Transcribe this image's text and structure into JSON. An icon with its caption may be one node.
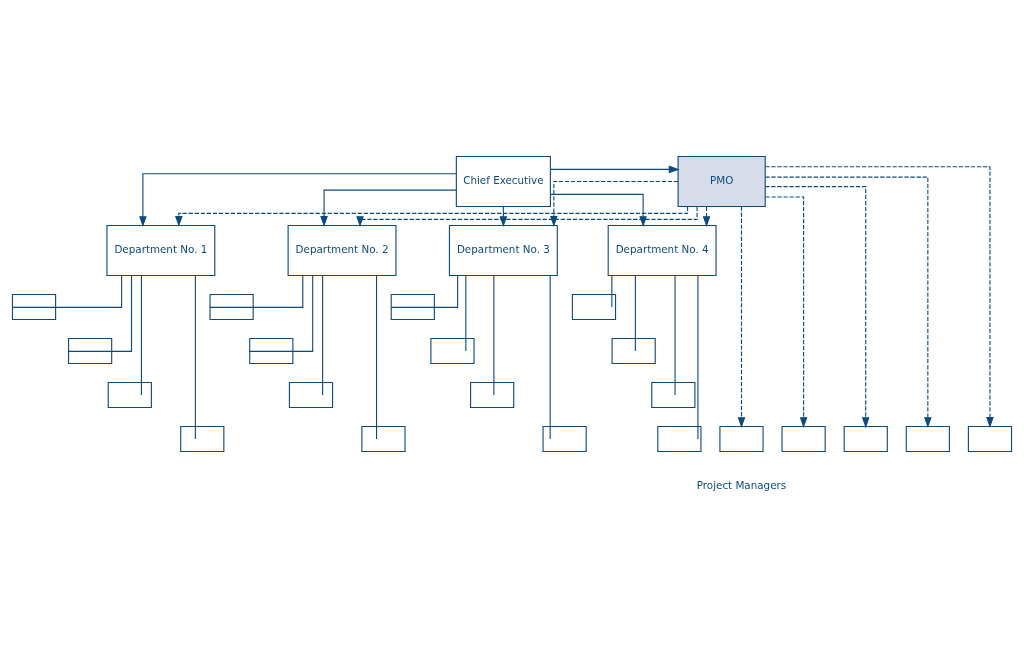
{
  "diagram": {
    "nodes": [
      {
        "text": [
          "Chief Executive"
        ]
      },
      {
        "text": [
          "PMO"
        ]
      },
      {
        "text": [
          "Department No. 1"
        ]
      },
      {
        "text": [
          "Department No. 2"
        ]
      },
      {
        "text": [
          "Department No. 3"
        ]
      },
      {
        "text": [
          "Department No. 4"
        ]
      },
      {
        "text": [],
        "shape": "box"
      },
      {
        "text": [],
        "shape": "box"
      },
      {
        "text": [],
        "shape": "box"
      },
      {
        "text": [],
        "shape": "box"
      },
      {
        "text": [],
        "shape": "box"
      },
      {
        "text": [],
        "shape": "box"
      },
      {
        "text": [],
        "shape": "box"
      },
      {
        "text": [],
        "shape": "box"
      },
      {
        "text": [],
        "shape": "box"
      },
      {
        "text": [],
        "shape": "box"
      },
      {
        "text": [],
        "shape": "box"
      },
      {
        "text": [],
        "shape": "box"
      },
      {
        "text": [],
        "shape": "box"
      },
      {
        "text": [],
        "shape": "box"
      },
      {
        "text": [],
        "shape": "box"
      },
      {
        "text": [],
        "shape": "box"
      },
      {
        "text": [],
        "shape": "box"
      },
      {
        "text": [],
        "shape": "box"
      },
      {
        "text": [],
        "shape": "box"
      },
      {
        "text": [],
        "shape": "box"
      },
      {
        "text": [],
        "shape": "box"
      }
    ],
    "edges": [
      {
        "from": 0,
        "to": 1,
        "arrow": "to"
      },
      {
        "from": 0,
        "to": 2,
        "arrow": "to"
      },
      {
        "from": 0,
        "to": 3,
        "arrow": "to"
      },
      {
        "from": 0,
        "to": 4,
        "arrow": "to"
      },
      {
        "from": 0,
        "to": 5,
        "arrow": "to"
      },
      {
        "from": 1,
        "to": 2,
        "arrow": "to",
        "style": "dashed"
      },
      {
        "from": 1,
        "to": 3,
        "arrow": "to",
        "style": "dashed"
      },
      {
        "from": 1,
        "to": 4,
        "arrow": "to",
        "style": "dashed"
      },
      {
        "from": 1,
        "to": 5,
        "arrow": "to",
        "style": "dashed"
      },
      {
        "from": 2,
        "to": 6,
        "arrow": "none"
      },
      {
        "from": 2,
        "to": 7,
        "arrow": "none"
      },
      {
        "from": 2,
        "to": 8,
        "arrow": "none"
      },
      {
        "from": 2,
        "to": 9,
        "arrow": "none"
      },
      {
        "from": 3,
        "to": 10,
        "arrow": "none"
      },
      {
        "from": 3,
        "to": 11,
        "arrow": "none"
      },
      {
        "from": 3,
        "to": 12,
        "arrow": "none"
      },
      {
        "from": 3,
        "to": 13,
        "arrow": "none"
      },
      {
        "from": 4,
        "to": 14,
        "arrow": "none"
      },
      {
        "from": 4,
        "to": 15,
        "arrow": "none"
      },
      {
        "from": 4,
        "to": 16,
        "arrow": "none"
      },
      {
        "from": 4,
        "to": 17,
        "arrow": "none"
      },
      {
        "from": 5,
        "to": 18,
        "arrow": "none"
      },
      {
        "from": 5,
        "to": 19,
        "arrow": "none"
      },
      {
        "from": 5,
        "to": 20,
        "arrow": "none"
      },
      {
        "from": 5,
        "to": 21,
        "arrow": "none"
      },
      {
        "from": 1,
        "to": 22,
        "arrow": "to",
        "style": "dashed"
      },
      {
        "from": 1,
        "to": 23,
        "arrow": "to",
        "style": "dashed"
      },
      {
        "from": 1,
        "to": 24,
        "arrow": "to",
        "style": "dashed"
      },
      {
        "from": 1,
        "to": 25,
        "arrow": "to",
        "style": "dashed"
      },
      {
        "from": 1,
        "to": 26,
        "arrow": "to",
        "style": "dashed"
      }
    ],
    "labels": [
      "Project Managers"
    ]
  }
}
